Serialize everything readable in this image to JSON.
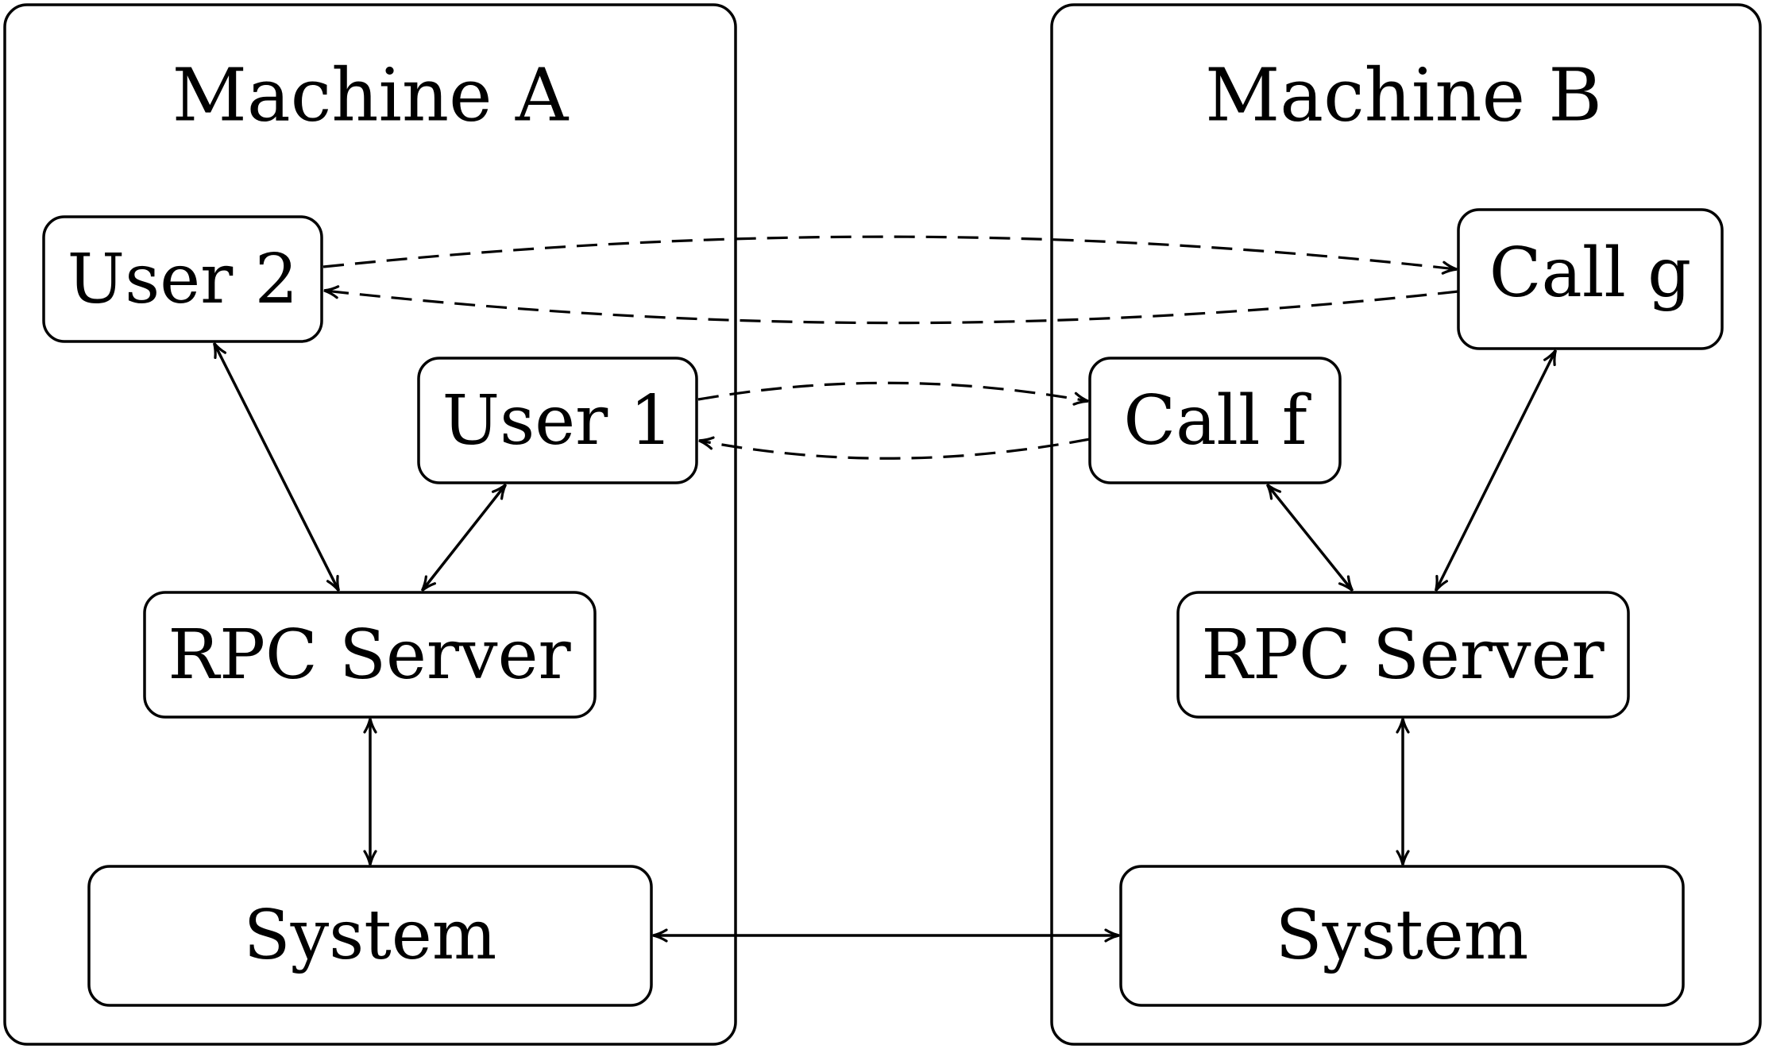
{
  "machines": {
    "a": {
      "title": "Machine A",
      "user2": "User 2",
      "user1": "User 1",
      "rpc": "RPC Server",
      "system": "System"
    },
    "b": {
      "title": "Machine B",
      "callg": "Call g",
      "callf": "Call f",
      "rpc": "RPC Server",
      "system": "System"
    }
  },
  "colors": {
    "stroke": "#000000",
    "background": "#ffffff"
  }
}
